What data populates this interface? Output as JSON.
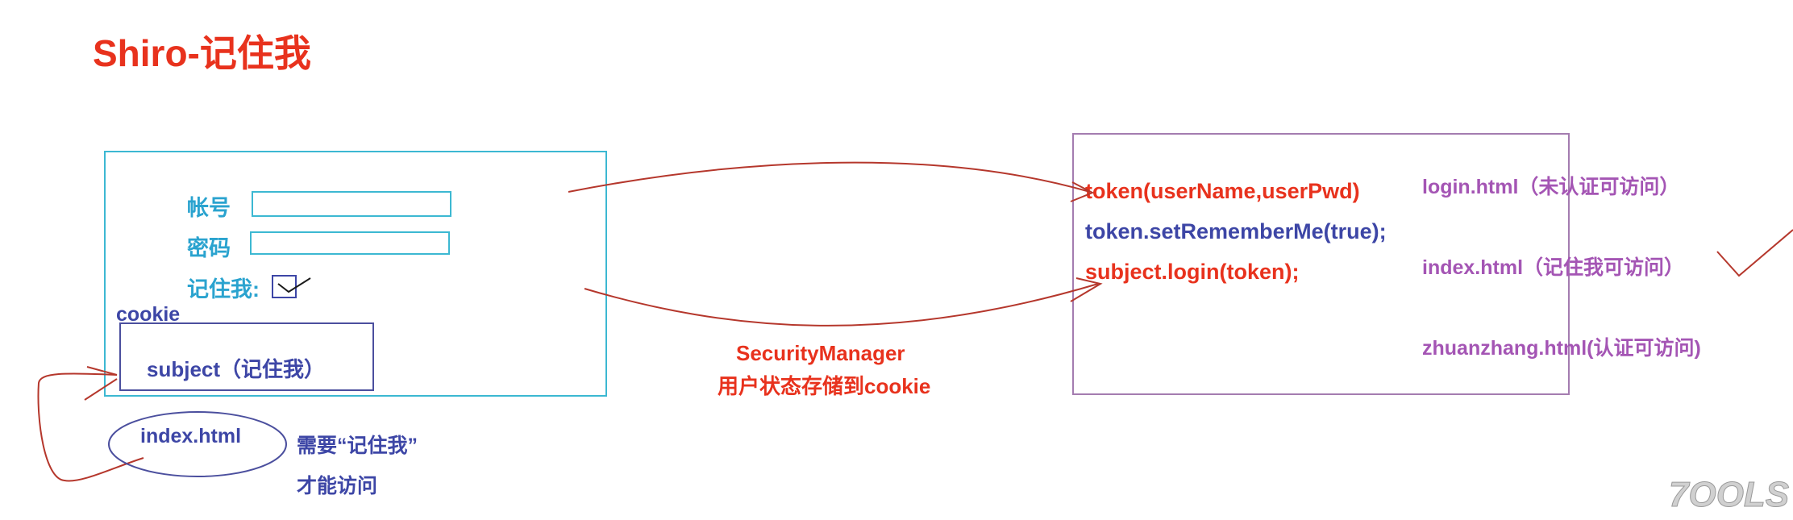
{
  "title": "Shiro-记住我",
  "form": {
    "account_label": "帐号",
    "password_label": "密码",
    "remember_label": "记住我:",
    "cookie_label": "cookie",
    "subject_label": "subject（记住我）"
  },
  "bottom": {
    "index_label": "index.html",
    "need_remember": "需要“记住我”",
    "can_access": "才能访问"
  },
  "middle": {
    "security_manager": "SecurityManager",
    "store_cookie": "用户状态存储到cookie"
  },
  "code": {
    "line1": "token(userName,userPwd)",
    "line2": "token.setRememberMe(true);",
    "line3": "subject.login(token);"
  },
  "pages": {
    "login": "login.html（未认证可访问）",
    "index": "index.html（记住我可访问）",
    "zhuanzhang": "zhuanzhang.html(认证可访问)"
  },
  "watermark": "7OOLS",
  "colors": {
    "title_red": "#e8321d",
    "cyan": "#2aa3cf",
    "navy": "#3d46a6",
    "purple": "#a455b4",
    "arrow_red": "#b5372c"
  }
}
